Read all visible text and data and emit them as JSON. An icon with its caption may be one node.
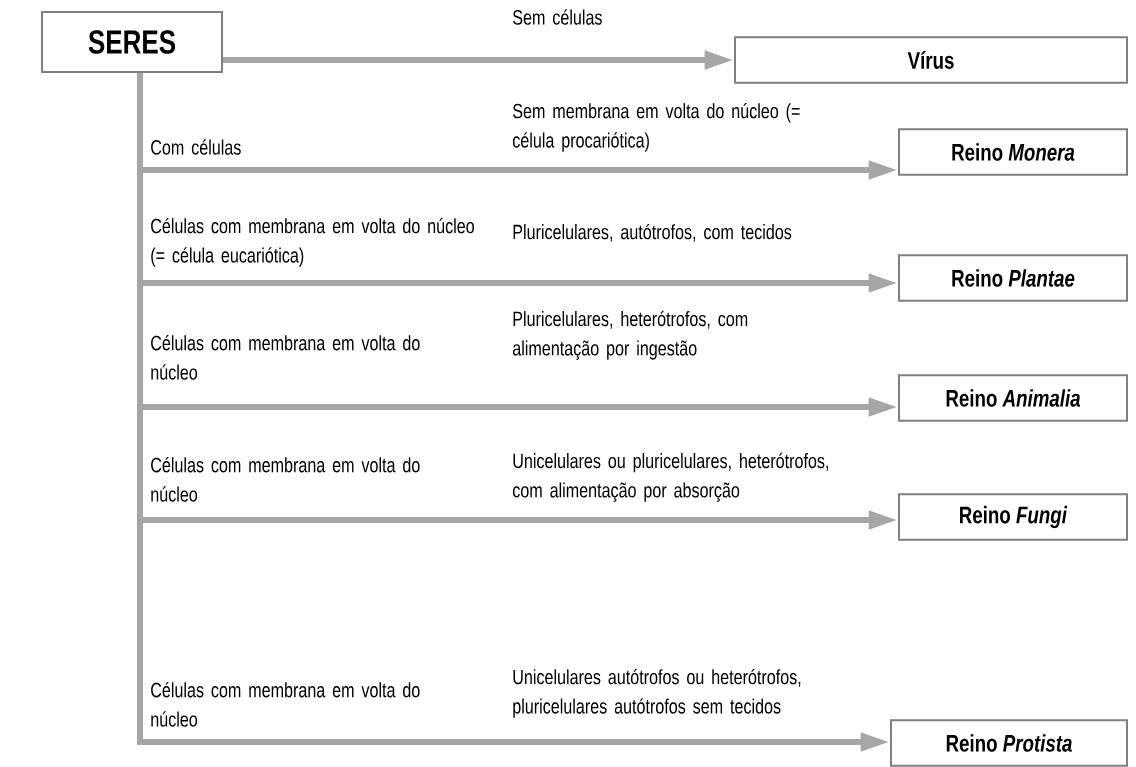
{
  "diagram": {
    "nodes": [
      {
        "text": [
          "SERES"
        ]
      },
      {
        "text": [
          "Vírus"
        ]
      },
      {
        "text": [
          "Reino *Monera*"
        ]
      },
      {
        "text": [
          "Reino *Plantae*"
        ]
      },
      {
        "text": [
          "Reino *Animalia*"
        ]
      },
      {
        "text": [
          "Reino *Fungi*"
        ]
      },
      {
        "text": [
          "Reino *Protista*"
        ]
      }
    ],
    "edges": [
      {
        "from": 0,
        "to": 1,
        "arrow": "to",
        "label": "Sem células"
      },
      {
        "from": 0,
        "to": 2,
        "arrow": "to",
        "label": "Sem membrana em volta do núcleo (= célula procariótica)"
      },
      {
        "from": 0,
        "to": 3,
        "arrow": "to",
        "label": "Pluricelulares, autótrofos, com tecidos"
      },
      {
        "from": 0,
        "to": 4,
        "arrow": "to",
        "label": "Pluricelulares, heterótrofos, com alimentação por ingestão"
      },
      {
        "from": 0,
        "to": 5,
        "arrow": "to",
        "label": "Unicelulares ou pluricelulares, heterótrofos, com alimentação por absorção"
      },
      {
        "from": 0,
        "to": 6,
        "arrow": "to",
        "label": "Unicelulares autótrofos ou heterótrofos, pluricelulares autótrofos sem tecidos"
      }
    ],
    "labels": [
      "Com células",
      "Células com membrana em volta do núcleo (= célula eucariótica)",
      "Células com membrana em volta do núcleo",
      "Células com membrana em volta do núcleo",
      "Células com membrana em volta do núcleo"
    ]
  }
}
